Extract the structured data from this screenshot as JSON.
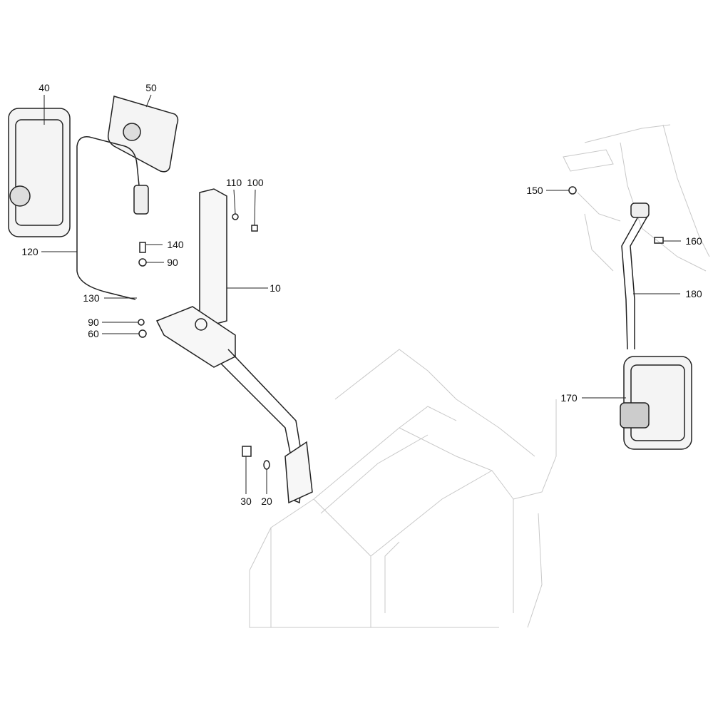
{
  "callouts": [
    {
      "id": "c40",
      "text": "40"
    },
    {
      "id": "c50",
      "text": "50"
    },
    {
      "id": "c110",
      "text": "110"
    },
    {
      "id": "c100",
      "text": "100"
    },
    {
      "id": "c150",
      "text": "150"
    },
    {
      "id": "c160",
      "text": "160"
    },
    {
      "id": "c120",
      "text": "120"
    },
    {
      "id": "c140",
      "text": "140"
    },
    {
      "id": "c90a",
      "text": "90"
    },
    {
      "id": "c10",
      "text": "10"
    },
    {
      "id": "c180",
      "text": "180"
    },
    {
      "id": "c130",
      "text": "130"
    },
    {
      "id": "c90b",
      "text": "90"
    },
    {
      "id": "c60",
      "text": "60"
    },
    {
      "id": "c170",
      "text": "170"
    },
    {
      "id": "c30",
      "text": "30"
    },
    {
      "id": "c20",
      "text": "20"
    }
  ]
}
